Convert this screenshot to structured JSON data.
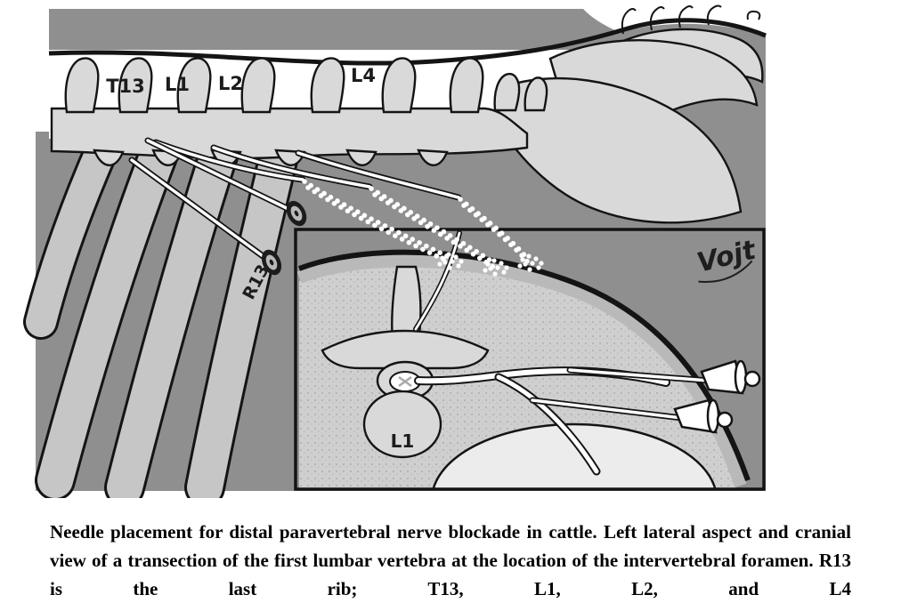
{
  "figure": {
    "vertebra_labels": {
      "t13": "T13",
      "l1": "L1",
      "l2": "L2",
      "l4": "L4"
    },
    "rib_label": "R13",
    "inset": {
      "vertebra_label": "L1",
      "signature": "Vojt"
    },
    "colors": {
      "background_gray": "#8f8f8f",
      "bone_gray": "#d9d9d9",
      "muscle_gray": "#cfcfcf",
      "outline_black": "#141414"
    }
  },
  "caption": {
    "text": "Needle placement for distal paravertebral nerve blockade in cattle. Left lateral aspect and cranial view of a transection of the first lumbar vertebra at the location of the intervertebral foramen. R13 is the last rib; T13, L1, L2, and L4"
  }
}
